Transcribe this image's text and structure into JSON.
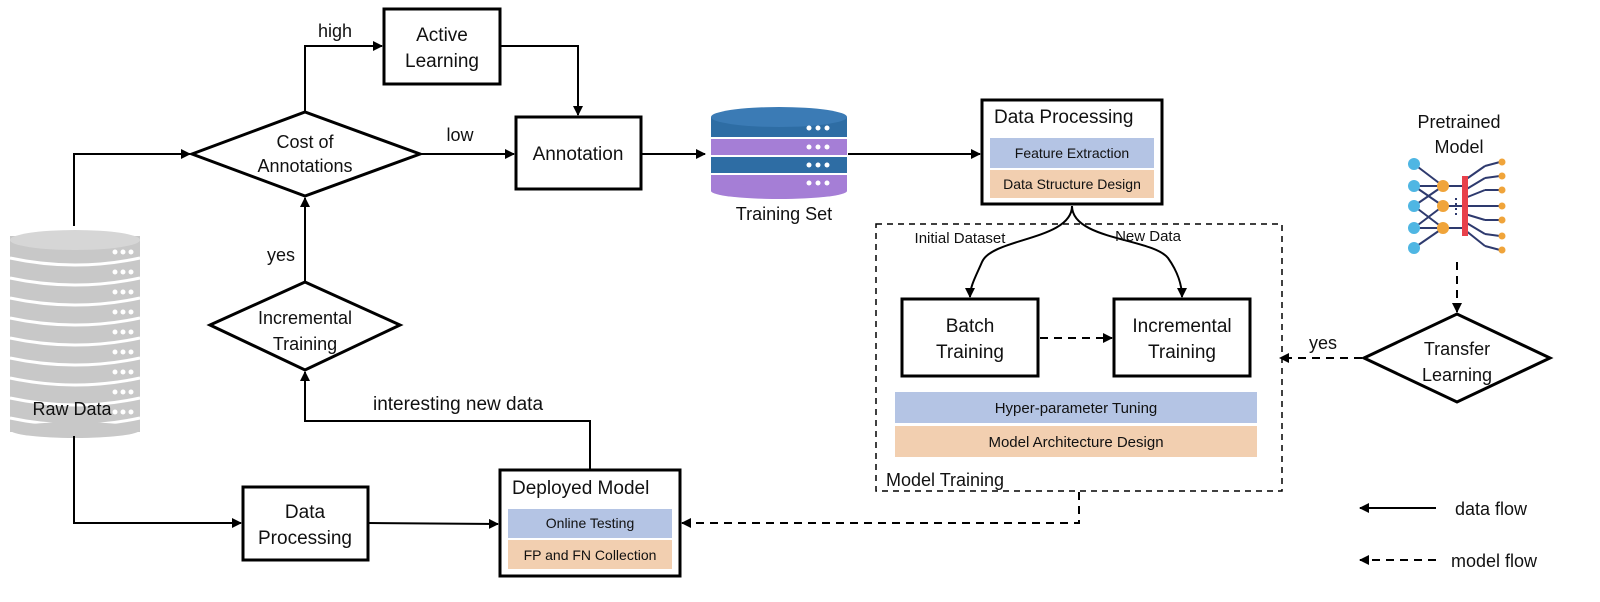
{
  "colors": {
    "band_blue": "#b4c4e4",
    "band_orange": "#f2cfb0",
    "db_blue": "#2e6da4",
    "db_purple": "#a57ed6",
    "raw_data_gray": "#c8c8c8",
    "net_blue": "#4fb6e3",
    "net_orange": "#f0a43a",
    "net_red": "#e8414b",
    "net_navy": "#2e3a6e"
  },
  "icons": {
    "raw_data": "database-icon",
    "training_set": "database-icon",
    "pretrained_model": "neural-network-icon"
  },
  "nodes": {
    "raw_data": "Raw Data",
    "active_learning": [
      "Active",
      "Learning"
    ],
    "cost_of_annotations": [
      "Cost of",
      "Annotations"
    ],
    "annotation": "Annotation",
    "training_set": "Training Set",
    "data_processing_top": {
      "title": "Data Processing",
      "bands": [
        "Feature Extraction",
        "Data Structure Design"
      ]
    },
    "pretrained_model": [
      "Pretrained",
      "Model"
    ],
    "incremental_training_left": [
      "Incremental",
      "Training"
    ],
    "batch_training": [
      "Batch",
      "Training"
    ],
    "incremental_training_right": [
      "Incremental",
      "Training"
    ],
    "model_training": {
      "title": "Model Training",
      "bands": [
        "Hyper-parameter Tuning",
        "Model Architecture Design"
      ]
    },
    "transfer_learning": [
      "Transfer",
      "Learning"
    ],
    "data_processing_bottom": [
      "Data",
      "Processing"
    ],
    "deployed_model": {
      "title": "Deployed Model",
      "bands": [
        "Online Testing",
        "FP and FN Collection"
      ]
    }
  },
  "edge_labels": {
    "high": "high",
    "low": "low",
    "yes_left": "yes",
    "initial_dataset": "Initial Dataset",
    "new_data": "New Data",
    "yes_right": "yes",
    "interesting_new_data": "interesting new data"
  },
  "legend": {
    "data_flow": "data flow",
    "model_flow": "model flow"
  }
}
